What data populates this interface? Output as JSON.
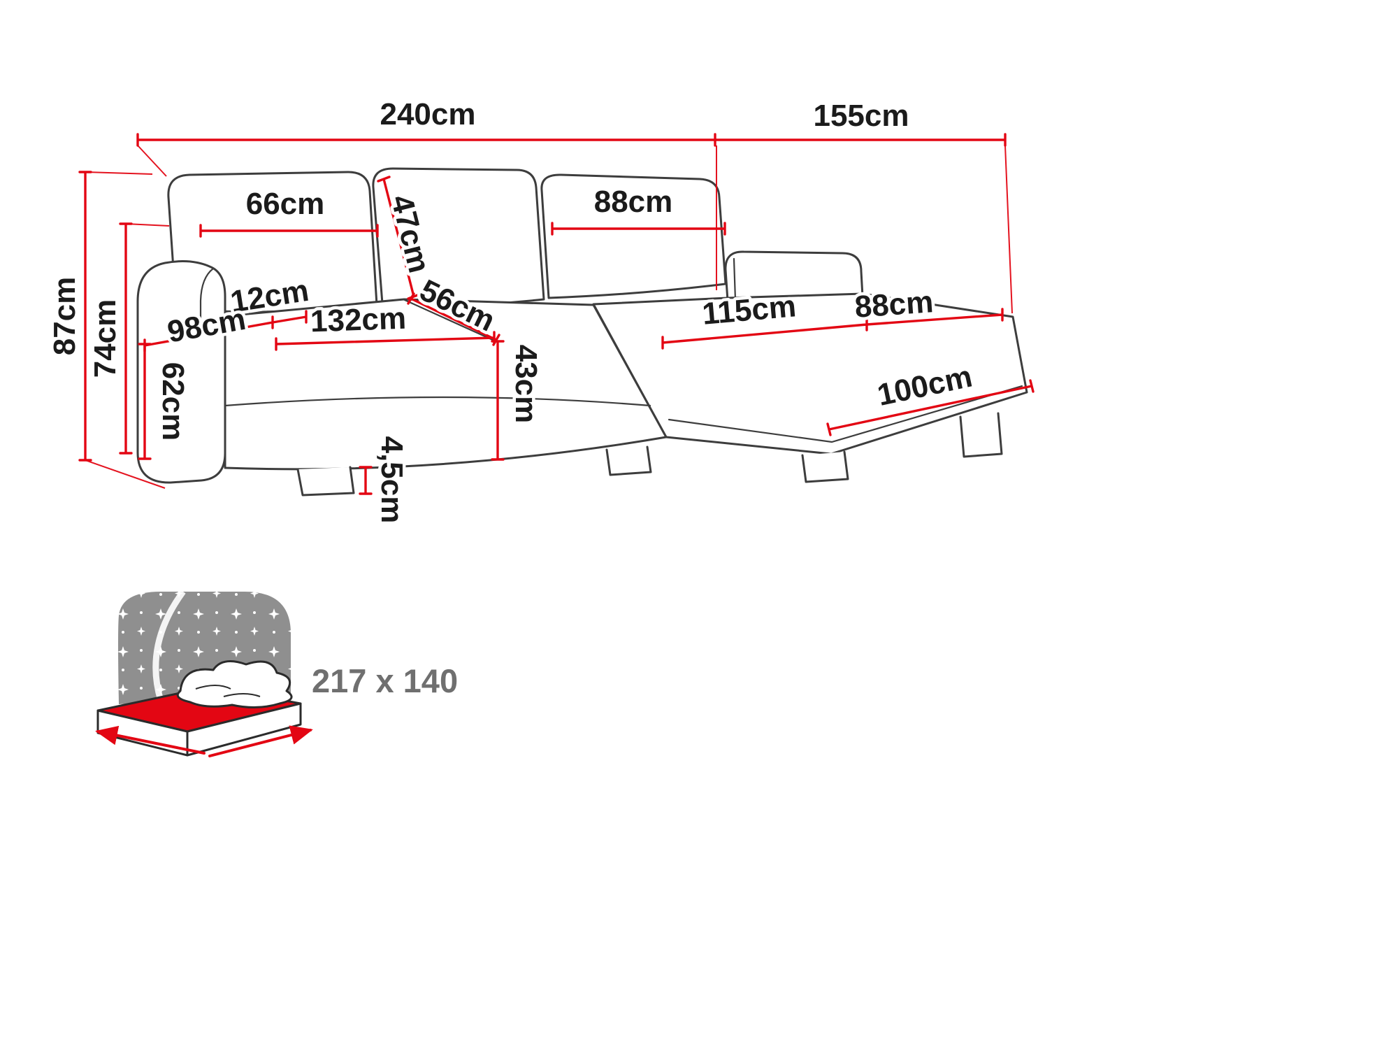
{
  "diagram": {
    "title": "corner-sofa-dimensions",
    "labels": {
      "total_width": "240cm",
      "total_depth": "155cm",
      "total_height": "87cm",
      "backrest_height": "74cm",
      "back_cushion_left": "66cm",
      "back_cushion_height": "47cm",
      "back_cushion_right": "88cm",
      "armrest_width": "12cm",
      "seat_depth": "98cm",
      "armrest_height": "62cm",
      "seat_width": "132cm",
      "corner_seam": "56cm",
      "seat_height": "43cm",
      "leg_height": "4,5cm",
      "chaise_length": "115cm",
      "chaise_width": "88cm",
      "chaise_front": "100cm"
    },
    "sleeping_area": {
      "label": "217 x 140"
    },
    "colors": {
      "dimension_red": "#e30613",
      "outline_gray": "#3d3d3d",
      "icon_gray": "#8f8f8f",
      "label_dark": "#1b1b1b",
      "label_gray": "#6f6f6f"
    }
  }
}
